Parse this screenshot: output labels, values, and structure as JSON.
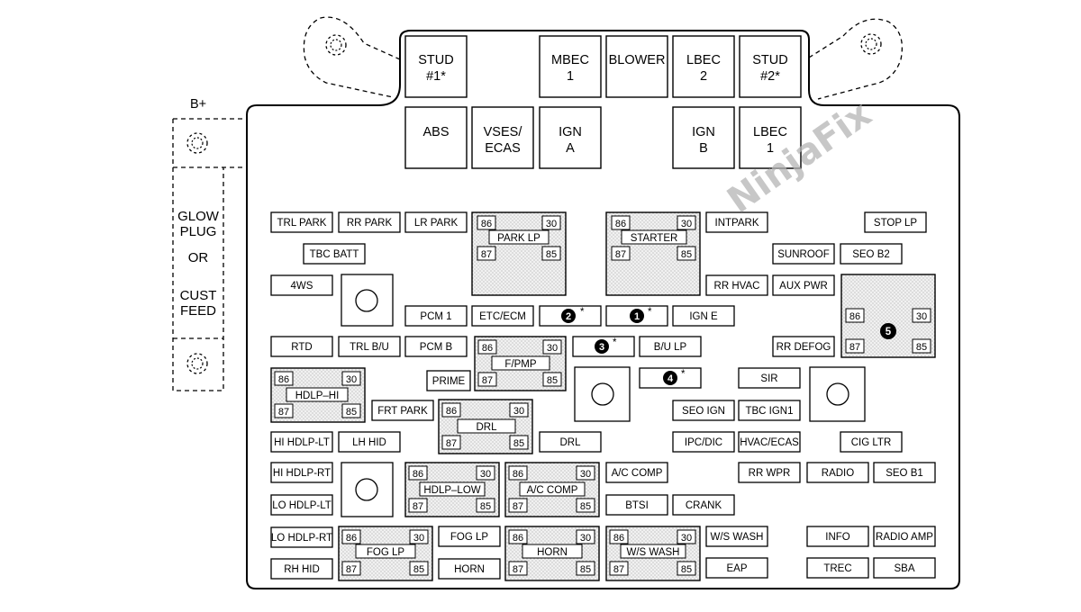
{
  "watermark": "NinjaFix",
  "b_plus_label": "B+",
  "side_feed": [
    "GLOW",
    "PLUG",
    "OR",
    "CUST",
    "FEED"
  ],
  "large_fuses": [
    {
      "id": "stud1",
      "lines": [
        "STUD",
        "#1*"
      ]
    },
    {
      "id": "mbec1",
      "lines": [
        "MBEC",
        "1"
      ]
    },
    {
      "id": "blower",
      "lines": [
        "BLOWER"
      ]
    },
    {
      "id": "lbec2",
      "lines": [
        "LBEC",
        "2"
      ]
    },
    {
      "id": "stud2",
      "lines": [
        "STUD",
        "#2*"
      ]
    },
    {
      "id": "abs",
      "lines": [
        "ABS"
      ]
    },
    {
      "id": "vses",
      "lines": [
        "VSES/",
        "ECAS"
      ]
    },
    {
      "id": "igna",
      "lines": [
        "IGN",
        "A"
      ]
    },
    {
      "id": "ignb",
      "lines": [
        "IGN",
        "B"
      ]
    },
    {
      "id": "lbec1",
      "lines": [
        "LBEC",
        "1"
      ]
    }
  ],
  "fuses": [
    {
      "id": "trl-park",
      "label": "TRL PARK"
    },
    {
      "id": "rr-park",
      "label": "RR PARK"
    },
    {
      "id": "lr-park",
      "label": "LR PARK"
    },
    {
      "id": "intpark",
      "label": "INTPARK"
    },
    {
      "id": "stop-lp",
      "label": "STOP LP"
    },
    {
      "id": "tbc-batt",
      "label": "TBC BATT"
    },
    {
      "id": "sunroof",
      "label": "SUNROOF"
    },
    {
      "id": "seo-b2",
      "label": "SEO B2"
    },
    {
      "id": "4ws",
      "label": "4WS"
    },
    {
      "id": "rr-hvac",
      "label": "RR HVAC"
    },
    {
      "id": "aux-pwr",
      "label": "AUX PWR"
    },
    {
      "id": "pcm1",
      "label": "PCM 1"
    },
    {
      "id": "etc-ecm",
      "label": "ETC/ECM"
    },
    {
      "id": "ign-e",
      "label": "IGN E"
    },
    {
      "id": "rtd",
      "label": "RTD"
    },
    {
      "id": "trl-bu",
      "label": "TRL B/U"
    },
    {
      "id": "pcm-b",
      "label": "PCM B"
    },
    {
      "id": "bu-lp",
      "label": "B/U LP"
    },
    {
      "id": "rr-defog",
      "label": "RR DEFOG"
    },
    {
      "id": "prime",
      "label": "PRIME"
    },
    {
      "id": "sir",
      "label": "SIR"
    },
    {
      "id": "frt-park",
      "label": "FRT PARK"
    },
    {
      "id": "seo-ign",
      "label": "SEO IGN"
    },
    {
      "id": "tbc-ign1",
      "label": "TBC IGN1"
    },
    {
      "id": "hi-hdlp-lt",
      "label": "HI HDLP-LT"
    },
    {
      "id": "lh-hid",
      "label": "LH HID"
    },
    {
      "id": "drl-fuse",
      "label": "DRL"
    },
    {
      "id": "ipc-dic",
      "label": "IPC/DIC"
    },
    {
      "id": "hvac-ecas",
      "label": "HVAC/ECAS"
    },
    {
      "id": "cig-ltr",
      "label": "CIG LTR"
    },
    {
      "id": "hi-hdlp-rt",
      "label": "HI HDLP-RT"
    },
    {
      "id": "ac-comp-fuse",
      "label": "A/C COMP"
    },
    {
      "id": "rr-wpr",
      "label": "RR WPR"
    },
    {
      "id": "radio",
      "label": "RADIO"
    },
    {
      "id": "seo-b1",
      "label": "SEO B1"
    },
    {
      "id": "lo-hdlp-lt",
      "label": "LO HDLP-LT"
    },
    {
      "id": "btsi",
      "label": "BTSI"
    },
    {
      "id": "crank",
      "label": "CRANK"
    },
    {
      "id": "lo-hdlp-rt",
      "label": "LO HDLP-RT"
    },
    {
      "id": "fog-lp-fuse",
      "label": "FOG LP"
    },
    {
      "id": "ws-wash-fuse",
      "label": "W/S WASH"
    },
    {
      "id": "info",
      "label": "INFO"
    },
    {
      "id": "radio-amp",
      "label": "RADIO AMP"
    },
    {
      "id": "rh-hid",
      "label": "RH HID"
    },
    {
      "id": "horn-fuse",
      "label": "HORN"
    },
    {
      "id": "eap",
      "label": "EAP"
    },
    {
      "id": "trec",
      "label": "TREC"
    },
    {
      "id": "sba",
      "label": "SBA"
    }
  ],
  "relays": [
    {
      "id": "park-lp",
      "label": "PARK LP",
      "pins": [
        "86",
        "30",
        "87",
        "85"
      ]
    },
    {
      "id": "starter",
      "label": "STARTER",
      "pins": [
        "86",
        "30",
        "87",
        "85"
      ]
    },
    {
      "id": "relay-5",
      "label": "5",
      "pins": [
        "86",
        "30",
        "87",
        "85"
      ]
    },
    {
      "id": "fpmp",
      "label": "F/PMP",
      "pins": [
        "86",
        "30",
        "87",
        "85"
      ]
    },
    {
      "id": "hdlp-hi",
      "label": "HDLP–HI",
      "pins": [
        "86",
        "30",
        "87",
        "85"
      ]
    },
    {
      "id": "drl-relay",
      "label": "DRL",
      "pins": [
        "86",
        "30",
        "87",
        "85"
      ]
    },
    {
      "id": "hdlp-low",
      "label": "HDLP–LOW",
      "pins": [
        "86",
        "30",
        "87",
        "85"
      ]
    },
    {
      "id": "ac-comp-relay",
      "label": "A/C COMP",
      "pins": [
        "86",
        "30",
        "87",
        "85"
      ]
    },
    {
      "id": "fog-lp-relay",
      "label": "FOG LP",
      "pins": [
        "86",
        "30",
        "87",
        "85"
      ]
    },
    {
      "id": "horn-relay",
      "label": "HORN",
      "pins": [
        "86",
        "30",
        "87",
        "85"
      ]
    },
    {
      "id": "ws-wash-relay",
      "label": "W/S WASH",
      "pins": [
        "86",
        "30",
        "87",
        "85"
      ]
    }
  ],
  "numbered": [
    {
      "id": "n2",
      "num": "2",
      "star": "*"
    },
    {
      "id": "n1",
      "num": "1",
      "star": "*"
    },
    {
      "id": "n3",
      "num": "3",
      "star": "*"
    },
    {
      "id": "n4",
      "num": "4",
      "star": "*"
    }
  ]
}
